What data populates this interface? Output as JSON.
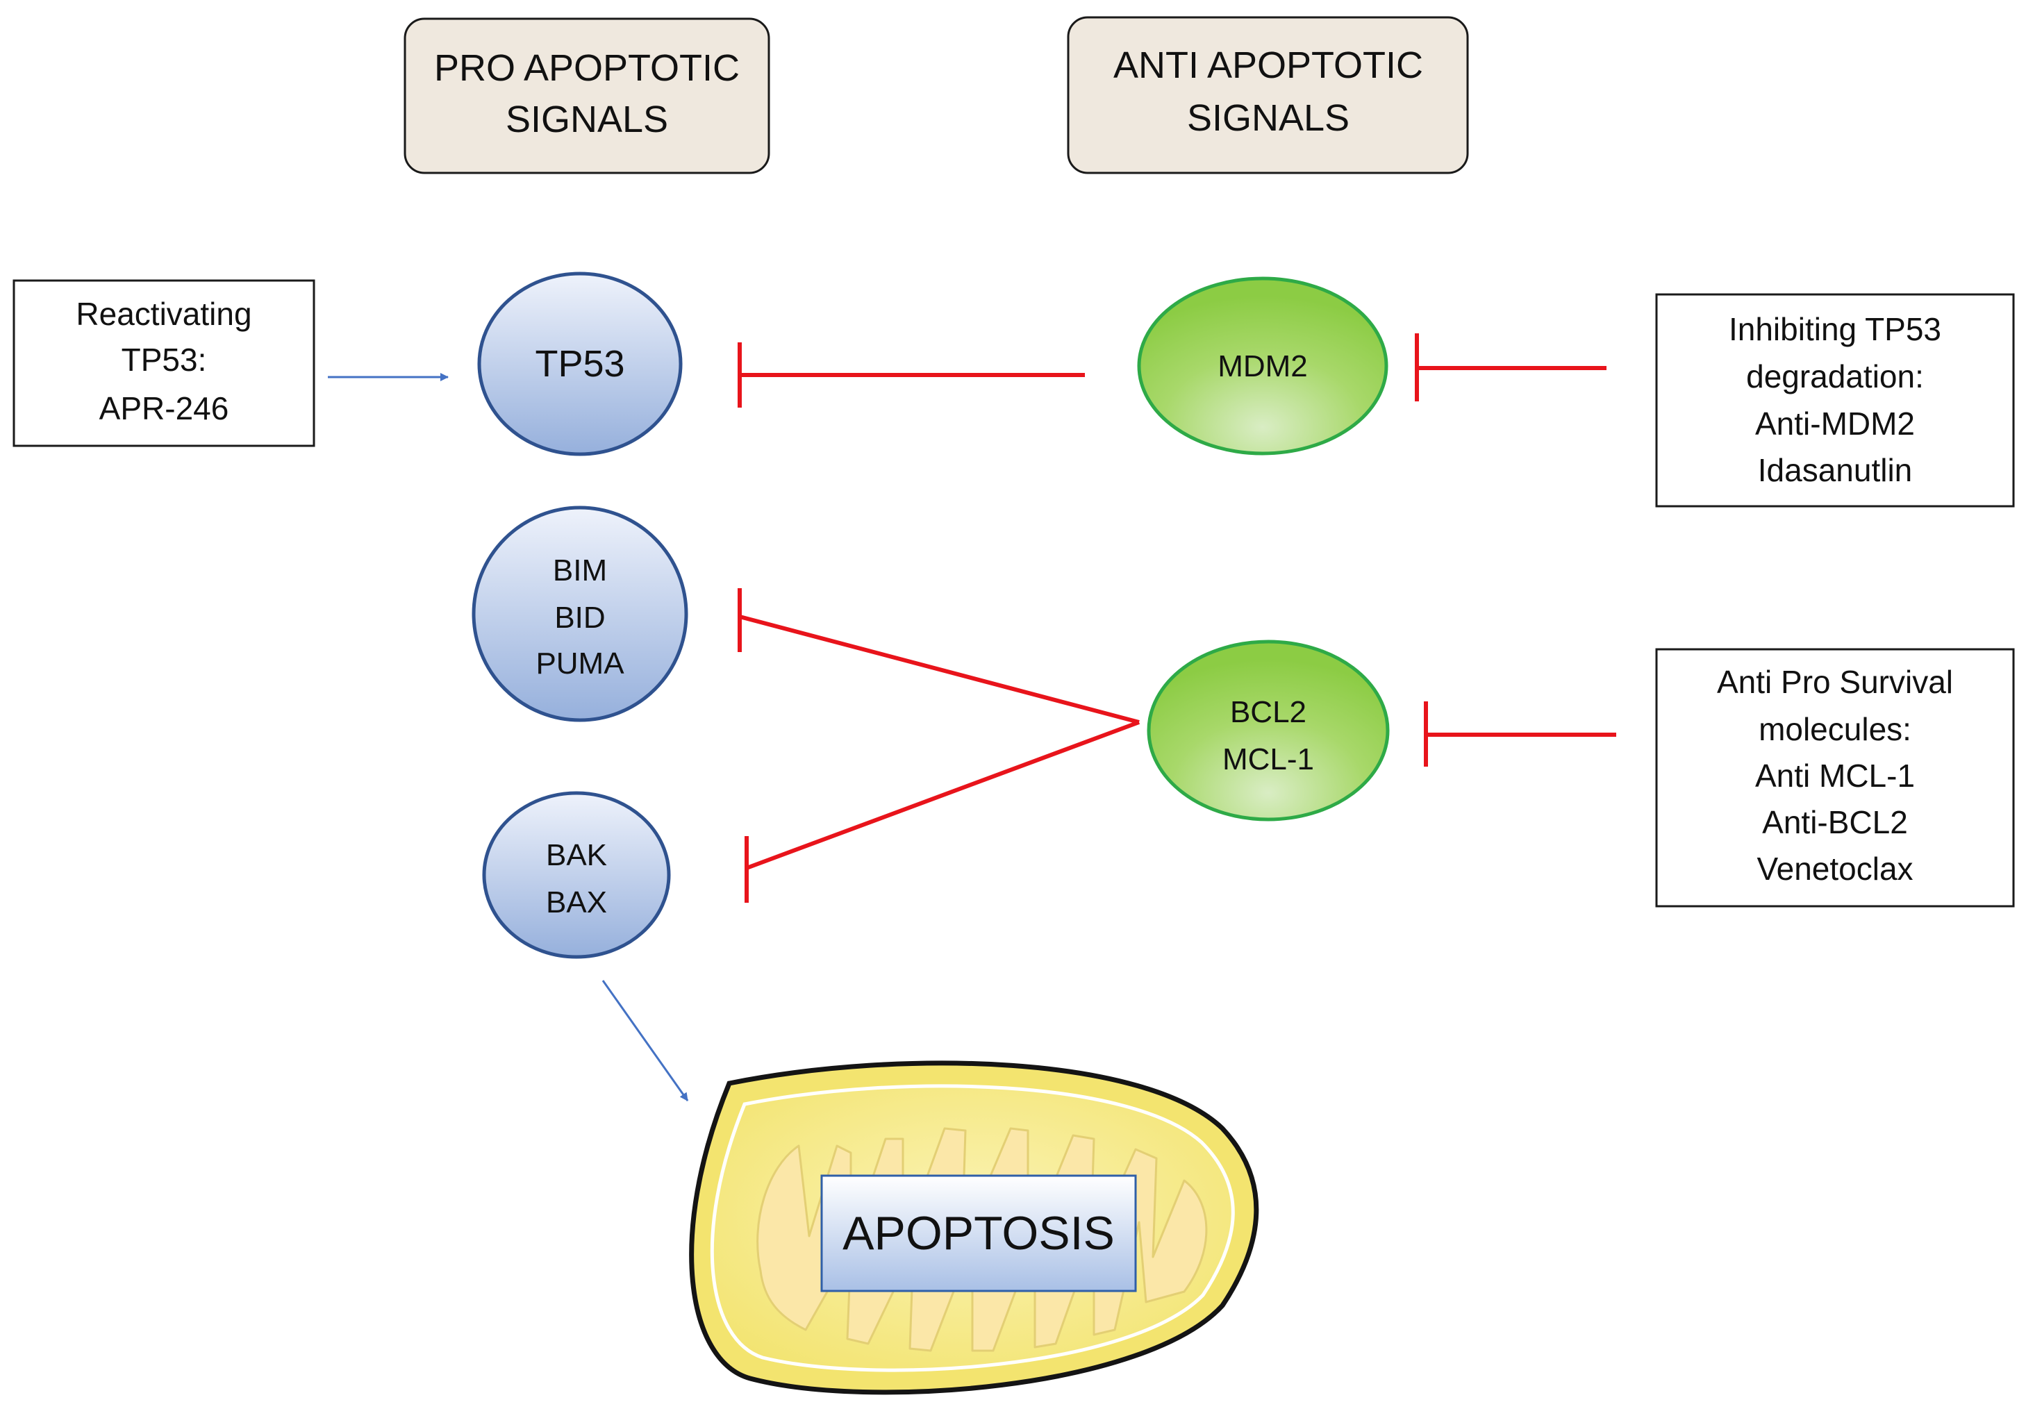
{
  "headers": {
    "pro": [
      "PRO APOPTOTIC",
      "SIGNALS"
    ],
    "anti": [
      "ANTI APOPTOTIC",
      "SIGNALS"
    ]
  },
  "nodes": {
    "tp53": [
      "TP53"
    ],
    "bim_bid_puma": [
      "BIM",
      "BID",
      "PUMA"
    ],
    "bak_bax": [
      "BAK",
      "BAX"
    ],
    "mdm2": [
      "MDM2"
    ],
    "bcl2_mcl1": [
      "BCL2",
      "MCL-1"
    ]
  },
  "boxes": {
    "reactivating": [
      "Reactivating",
      "TP53:",
      "APR-246"
    ],
    "inhibiting": [
      "Inhibiting TP53",
      "degradation:",
      "Anti-MDM2",
      "Idasanutlin"
    ],
    "anti_pro_survival": [
      "Anti Pro Survival",
      "molecules:",
      "Anti MCL-1",
      "Anti-BCL2",
      "Venetoclax"
    ]
  },
  "outcome": {
    "label": "APOPTOSIS"
  },
  "colors": {
    "inhibition": "#e8141b",
    "activation": "#4472c4",
    "pro_node_fill": "#a9bfe3",
    "pro_node_stroke": "#2f528f",
    "anti_node_fill": "#92d050",
    "anti_node_stroke": "#2eaa47",
    "header_fill": "#efe8de",
    "mito_fill": "#f6ec8c",
    "mito_stroke": "#141414"
  }
}
